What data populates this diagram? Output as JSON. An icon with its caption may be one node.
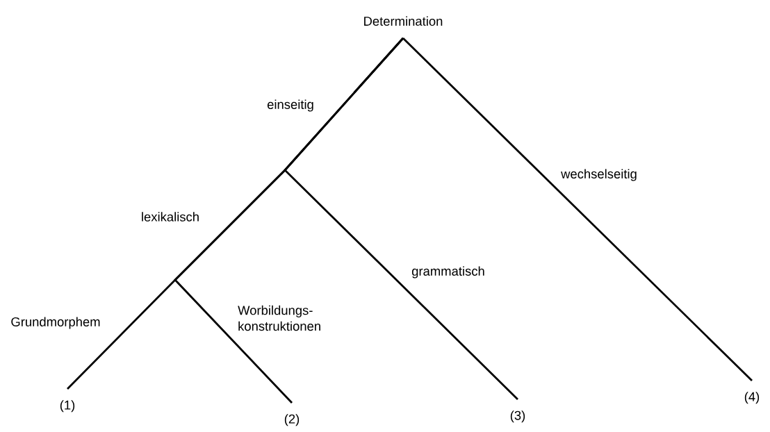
{
  "diagram": {
    "nodes": [
      {
        "text": [
          "Determination"
        ]
      },
      {
        "text": [
          "(1)"
        ]
      },
      {
        "text": [
          "(2)"
        ]
      },
      {
        "text": [
          "(3)"
        ]
      },
      {
        "text": [
          "(4)"
        ]
      }
    ],
    "edges": [
      {
        "from": 0,
        "to": 1,
        "arrow": "none",
        "label": "Grundmorphem"
      },
      {
        "from": 0,
        "to": 2,
        "arrow": "none",
        "label": "Worbildungs- konstruktionen"
      },
      {
        "from": 0,
        "to": 3,
        "arrow": "none",
        "label": "grammatisch"
      },
      {
        "from": 0,
        "to": 4,
        "arrow": "none",
        "label": "wechselseitig"
      }
    ],
    "labels": [
      "einseitig",
      "lexikalisch"
    ]
  }
}
